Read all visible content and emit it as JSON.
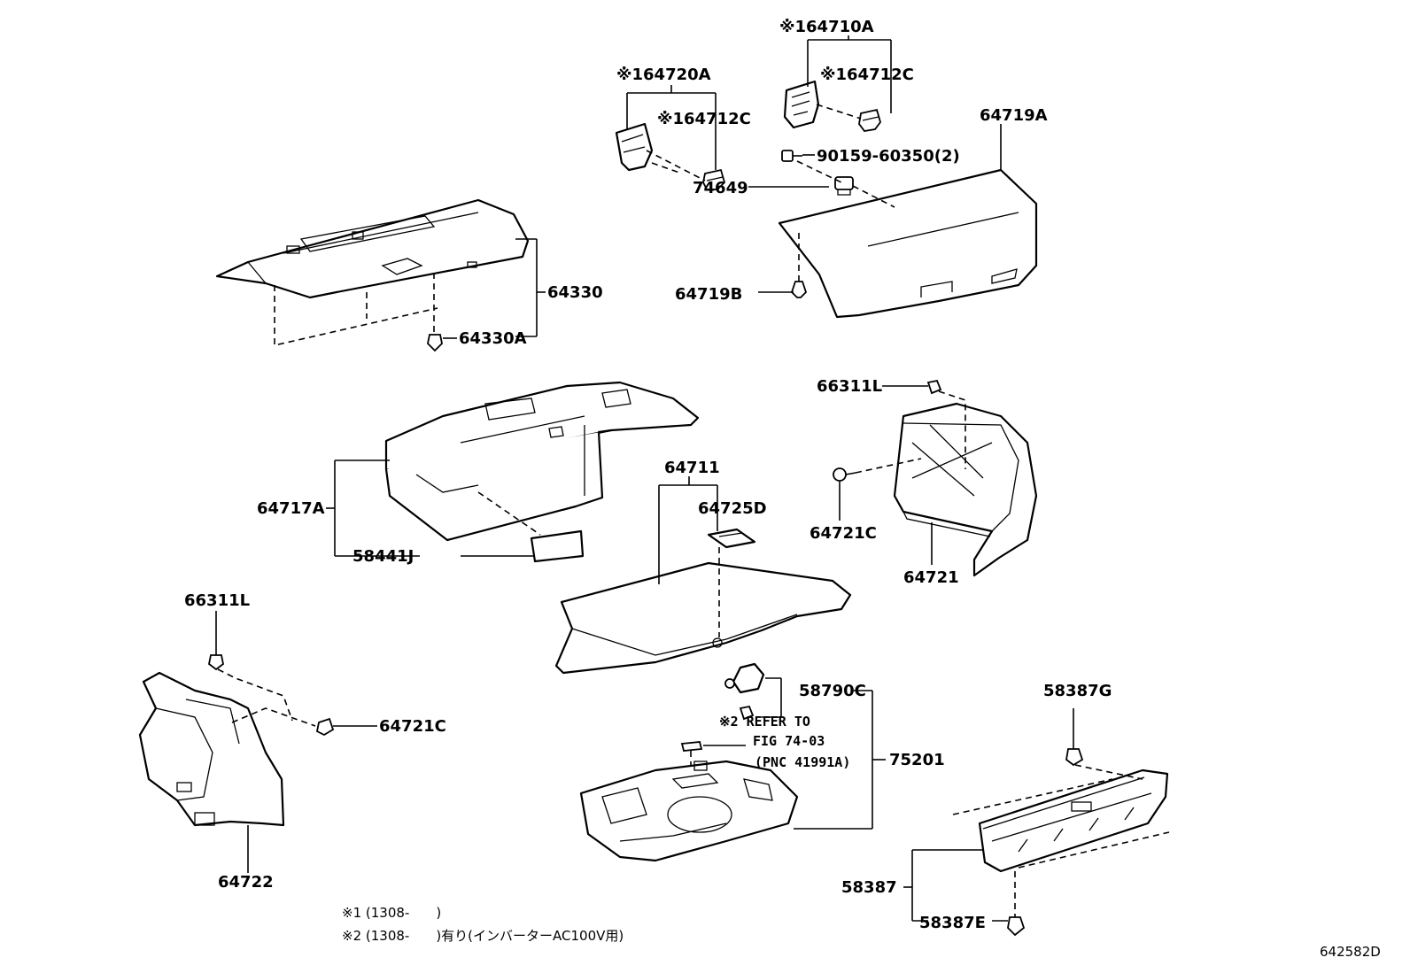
{
  "labels": {
    "p164710a": "※164710A",
    "p164712c_a": "※164712C",
    "p164720a": "※164720A",
    "p164712c_b": "※164712C",
    "p90159": "90159-60350(2)",
    "p64719a": "64719A",
    "p74649": "74649",
    "p64719b": "64719B",
    "p64330": "64330",
    "p64330a": "64330A",
    "p66311l_a": "66311L",
    "p64717a": "64717A",
    "p58441j": "58441J",
    "p64711": "64711",
    "p64725d": "64725D",
    "p64721c_a": "64721C",
    "p64721": "64721",
    "p66311l_b": "66311L",
    "p64721c_b": "64721C",
    "p64722": "64722",
    "p58790c": "58790C",
    "p75201": "75201",
    "p58387g": "58387G",
    "p58387": "58387",
    "p58387e": "58387E"
  },
  "refer_note": {
    "line1": "※2 REFER TO",
    "line2": "FIG 74-03",
    "line3": "(PNC 41991A)"
  },
  "footnotes": {
    "note1": "※1 (1308-　　)",
    "note2": "※2 (1308-　　)有り(インバーターAC100V用)"
  },
  "figure_code": "642582D"
}
